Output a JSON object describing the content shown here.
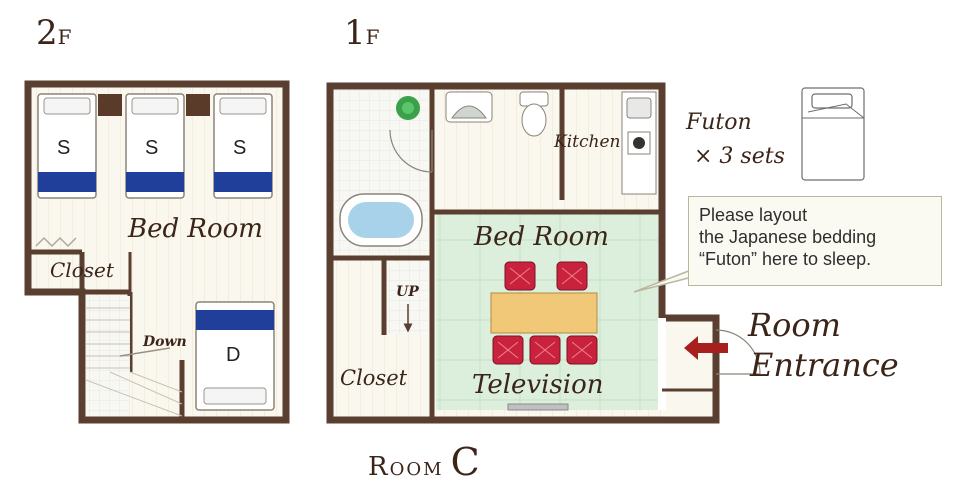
{
  "floors": {
    "second": {
      "number": "2",
      "suffix": "F"
    },
    "first": {
      "number": "1",
      "suffix": "F"
    }
  },
  "second_floor": {
    "beds": [
      "S",
      "S",
      "S",
      "D"
    ],
    "bedroom_label": "Bed Room",
    "closet_label": "Closet",
    "stairs_label": "Down"
  },
  "first_floor": {
    "kitchen_label": "Kitchen",
    "bedroom_label": "Bed Room",
    "closet_label": "Closet",
    "stairs_label": "UP",
    "tv_label": "Television",
    "entrance_line1": "Room",
    "entrance_line2": "Entrance"
  },
  "futon_note": {
    "line1": "Futon",
    "line2": "× 3 sets"
  },
  "callout": {
    "line1": "Please layout",
    "line2": "the Japanese bedding",
    "line3": "“Futon” here to sleep."
  },
  "room_title": {
    "prefix": "Room",
    "letter": "C"
  },
  "colors": {
    "wall": "#5a3f30",
    "tatami": "#dcefdc",
    "floor": "#faf7ee",
    "blanket": "#1f3f9a",
    "cushion": "#c8223c",
    "table": "#f0c878",
    "arrow": "#a8201e"
  }
}
